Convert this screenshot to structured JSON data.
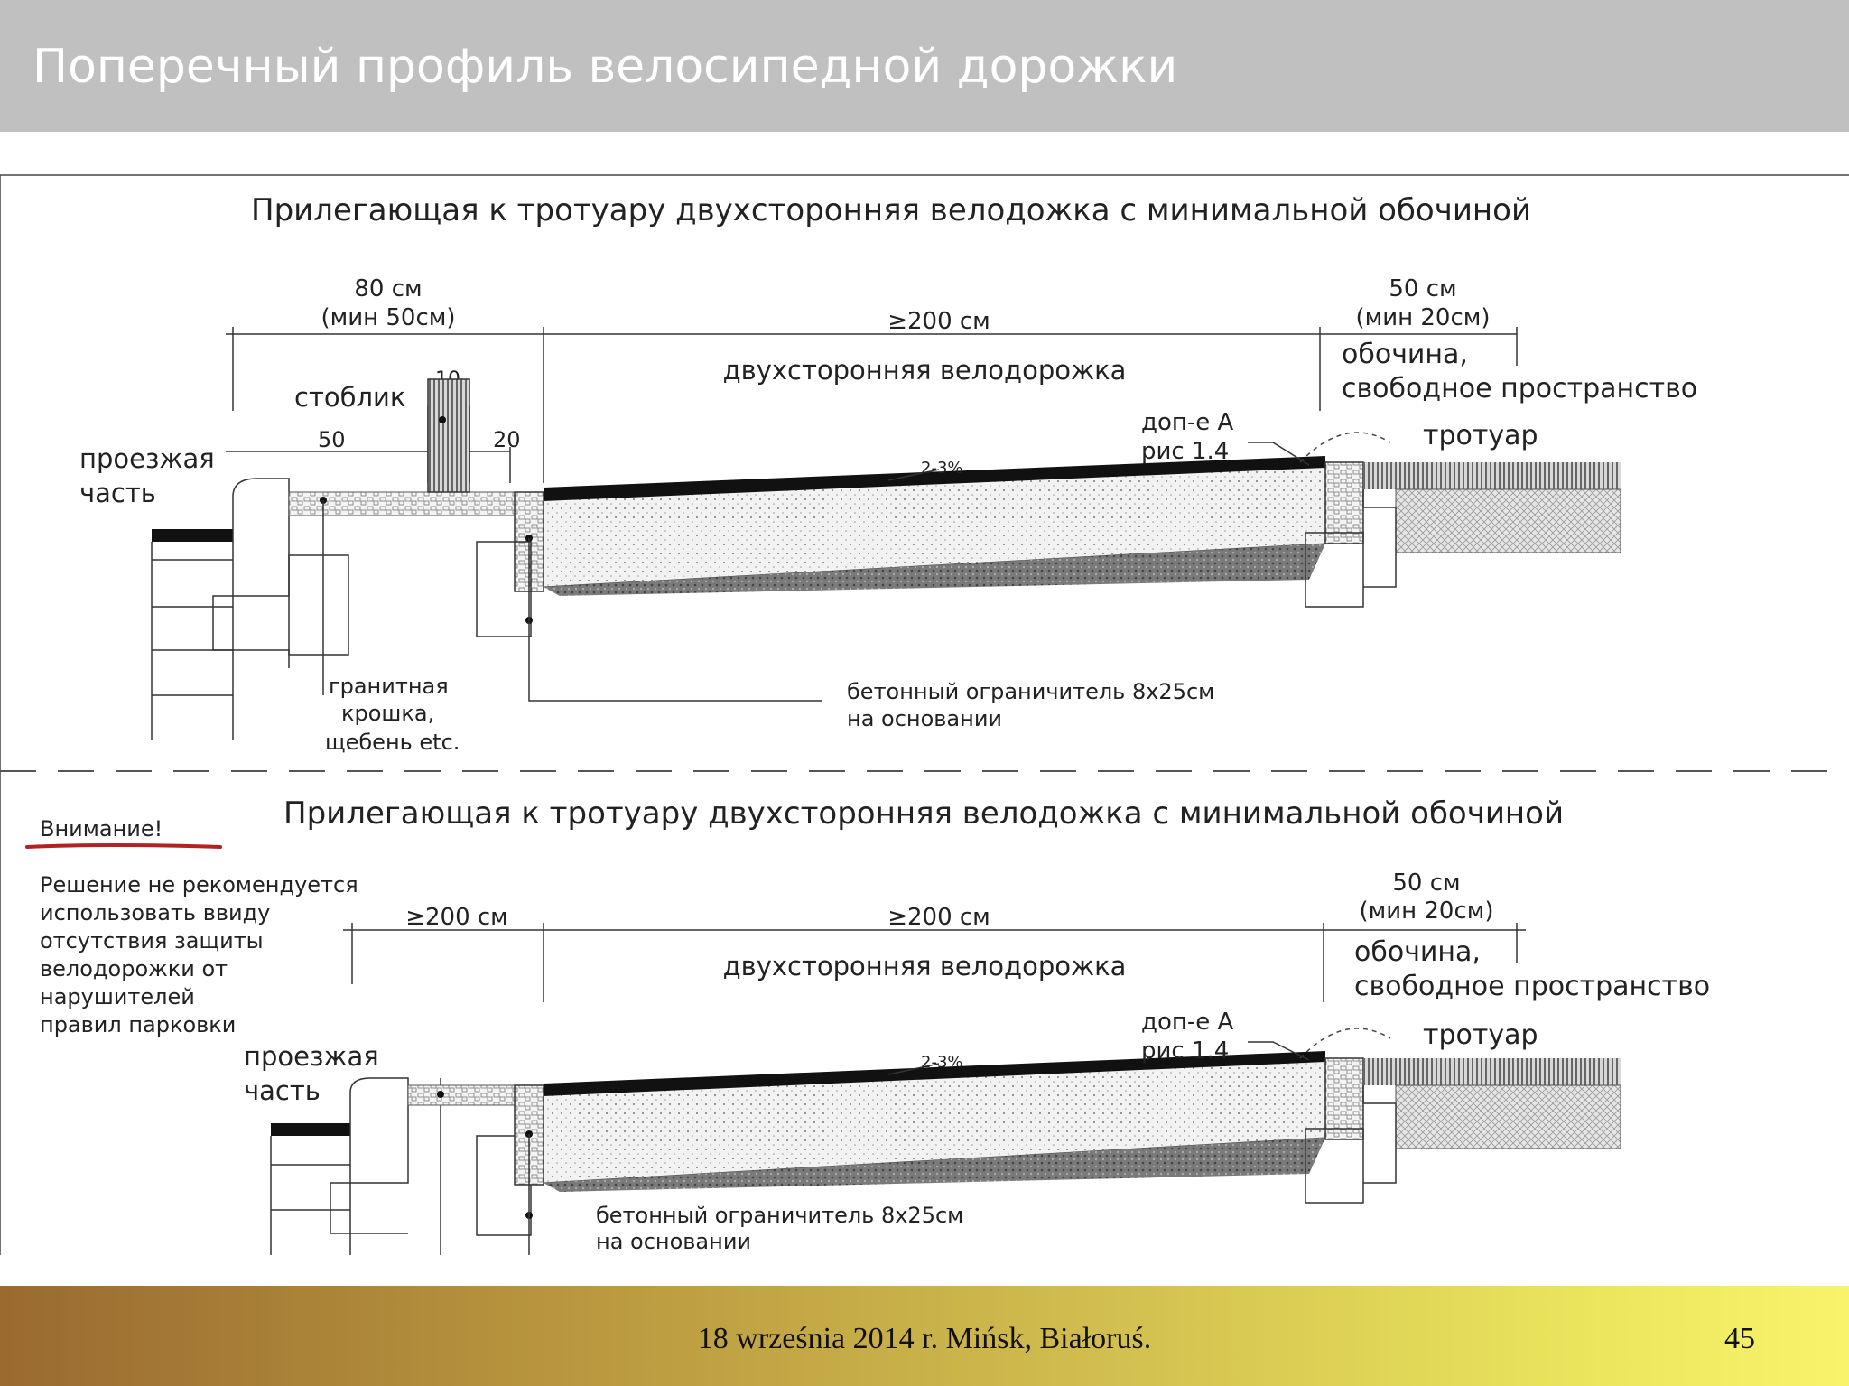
{
  "slide": {
    "title": "Поперечный профиль велосипедной дорожки",
    "footer_text": "18 września 2014 r. Mińsk, Białoruś.",
    "page_number": "45"
  },
  "figure_top": {
    "heading": "Прилегающая к тротуару двухсторонняя велодожка с минимальной обочиной",
    "dim_left_1": "80 см",
    "dim_left_2": "(мин 50см)",
    "dim_center": "≥200 см",
    "dim_right_1": "50 см",
    "dim_right_2": "(мин 20см)",
    "path_label": "двухсторонняя велодорожка",
    "shoulder_1": "обочина,",
    "shoulder_2": "свободное пространство",
    "post_label": "стоблик",
    "dim_10": "10",
    "dim_50": "50",
    "dim_20": "20",
    "road_1": "проезжая",
    "road_2": "часть",
    "slope": "2-3%",
    "note_1": "доп-е А",
    "note_2": "рис 1.4",
    "sidewalk": "тротуар",
    "gravel_1": "гранитная",
    "gravel_2": "крошка,",
    "gravel_3": "щебень etc.",
    "curb_1": "бетонный ограничитель 8х25см",
    "curb_2": "на основании"
  },
  "figure_bottom": {
    "heading": "Прилегающая к тротуару двухсторонняя велодожка с минимальной обочиной",
    "warning_title": "Внимание!",
    "warning_lines": [
      "Решение не рекомендуется",
      "использовать ввиду",
      "отсутствия защиты",
      "велодорожки от",
      "нарушителей",
      "правил парковки"
    ],
    "dim_left": "≥200 см",
    "dim_center": "≥200 см",
    "dim_right_1": "50 см",
    "dim_right_2": "(мин 20см)",
    "path_label": "двухсторонняя велодорожка",
    "shoulder_1": "обочина,",
    "shoulder_2": "свободное пространство",
    "road_1": "проезжая",
    "road_2": "часть",
    "slope": "2-3%",
    "note_1": "доп-е А",
    "note_2": "рис 1.4",
    "sidewalk": "тротуар",
    "curb_1": "бетонный ограничитель 8х25см",
    "curb_2": "на основании"
  },
  "colors": {
    "title_bar": "#c0c0c0",
    "warning_underline": "#b22222",
    "asphalt": "#111111"
  }
}
